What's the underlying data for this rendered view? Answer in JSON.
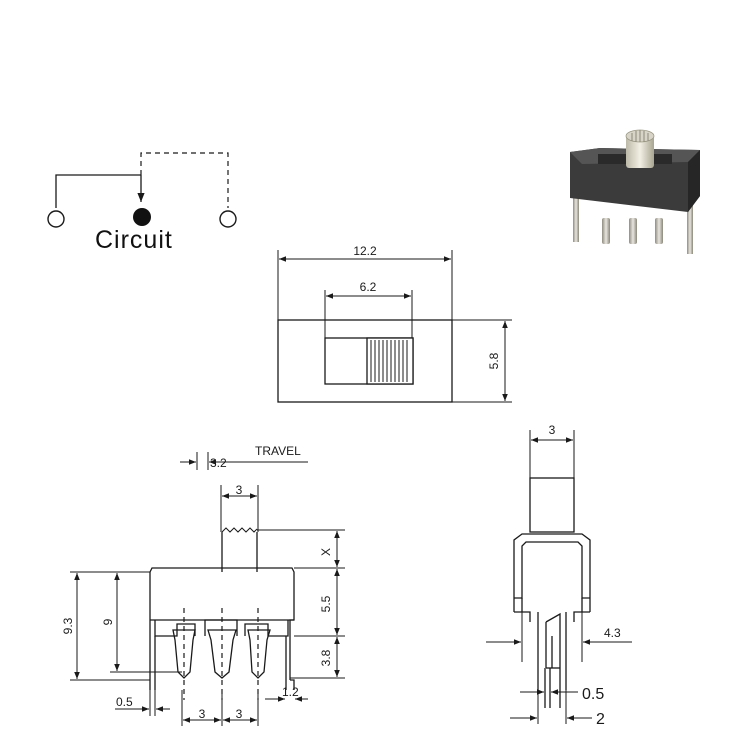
{
  "circuit": {
    "title": "Circuit"
  },
  "top_view": {
    "width": "12.2",
    "knob_width": "6.2",
    "height": "5.8"
  },
  "front_view": {
    "travel": "3.2",
    "travel_label": "TRAVEL",
    "actuator_width": "3",
    "actuator_height": "X",
    "body_height": "5.5",
    "pin_length": "3.8",
    "total_height": "9.3",
    "height_inner": "9",
    "pin_thickness": "0.5",
    "pitch_left": "3",
    "pitch_right": "3",
    "mount_offset": "1.2"
  },
  "side_view": {
    "actuator_width": "3",
    "pin_span": "4.3",
    "pin_thickness": "0.5",
    "pin_width": "2"
  }
}
